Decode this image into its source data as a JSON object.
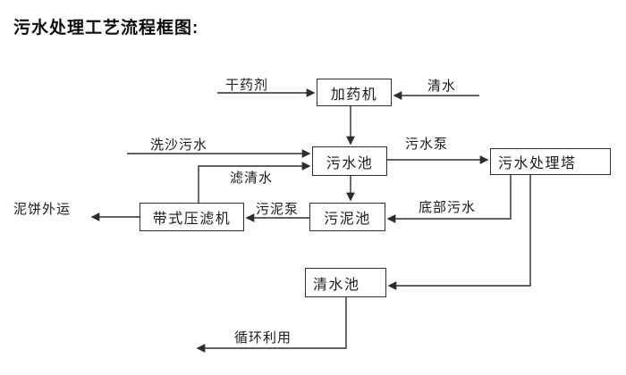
{
  "page_title": "污水处理工艺流程框图:",
  "diagram": {
    "type": "process-flowchart",
    "nodes": {
      "dosing_machine": {
        "label": "加药机"
      },
      "sewage_pool": {
        "label": "污水池"
      },
      "sludge_pool": {
        "label": "污泥池"
      },
      "treatment_tower": {
        "label": "污水处理塔"
      },
      "belt_filter_press": {
        "label": "带式压滤机"
      },
      "clean_water_pool": {
        "label": "清水池"
      }
    },
    "flow_labels": {
      "dry_chemical": "干药剂",
      "clean_water": "清水",
      "sand_washing_sewage": "洗沙污水",
      "filtered_water": "滤清水",
      "sewage_pump": "污水泵",
      "bottom_sewage": "底部污水",
      "sludge_pump": "污泥泵",
      "mud_cake_out": "泥饼外运",
      "recycling": "循环利用"
    },
    "edges": [
      {
        "from": "dry_chemical_source",
        "to": "dosing_machine",
        "label": "干药剂"
      },
      {
        "from": "clean_water_source",
        "to": "dosing_machine",
        "label": "清水"
      },
      {
        "from": "dosing_machine",
        "to": "sewage_pool",
        "label": ""
      },
      {
        "from": "sand_washing_source",
        "to": "sewage_pool",
        "label": "洗沙污水"
      },
      {
        "from": "belt_filter_press",
        "to": "sewage_pool",
        "label": "滤清水"
      },
      {
        "from": "sewage_pool",
        "to": "treatment_tower",
        "label": "污水泵"
      },
      {
        "from": "sewage_pool",
        "to": "sludge_pool",
        "label": ""
      },
      {
        "from": "treatment_tower",
        "to": "sludge_pool",
        "label": "底部污水"
      },
      {
        "from": "sludge_pool",
        "to": "belt_filter_press",
        "label": "污泥泵"
      },
      {
        "from": "belt_filter_press",
        "to": "mud_cake_out",
        "label": "泥饼外运"
      },
      {
        "from": "treatment_tower",
        "to": "clean_water_pool",
        "label": ""
      },
      {
        "from": "clean_water_pool",
        "to": "recycling",
        "label": "循环利用"
      }
    ],
    "colors": {
      "line": "#2e2e2e",
      "box_border": "#2e2e2e",
      "box_fill": "#ffffff",
      "text": "#1a1a1a",
      "background": "#ffffff"
    }
  }
}
